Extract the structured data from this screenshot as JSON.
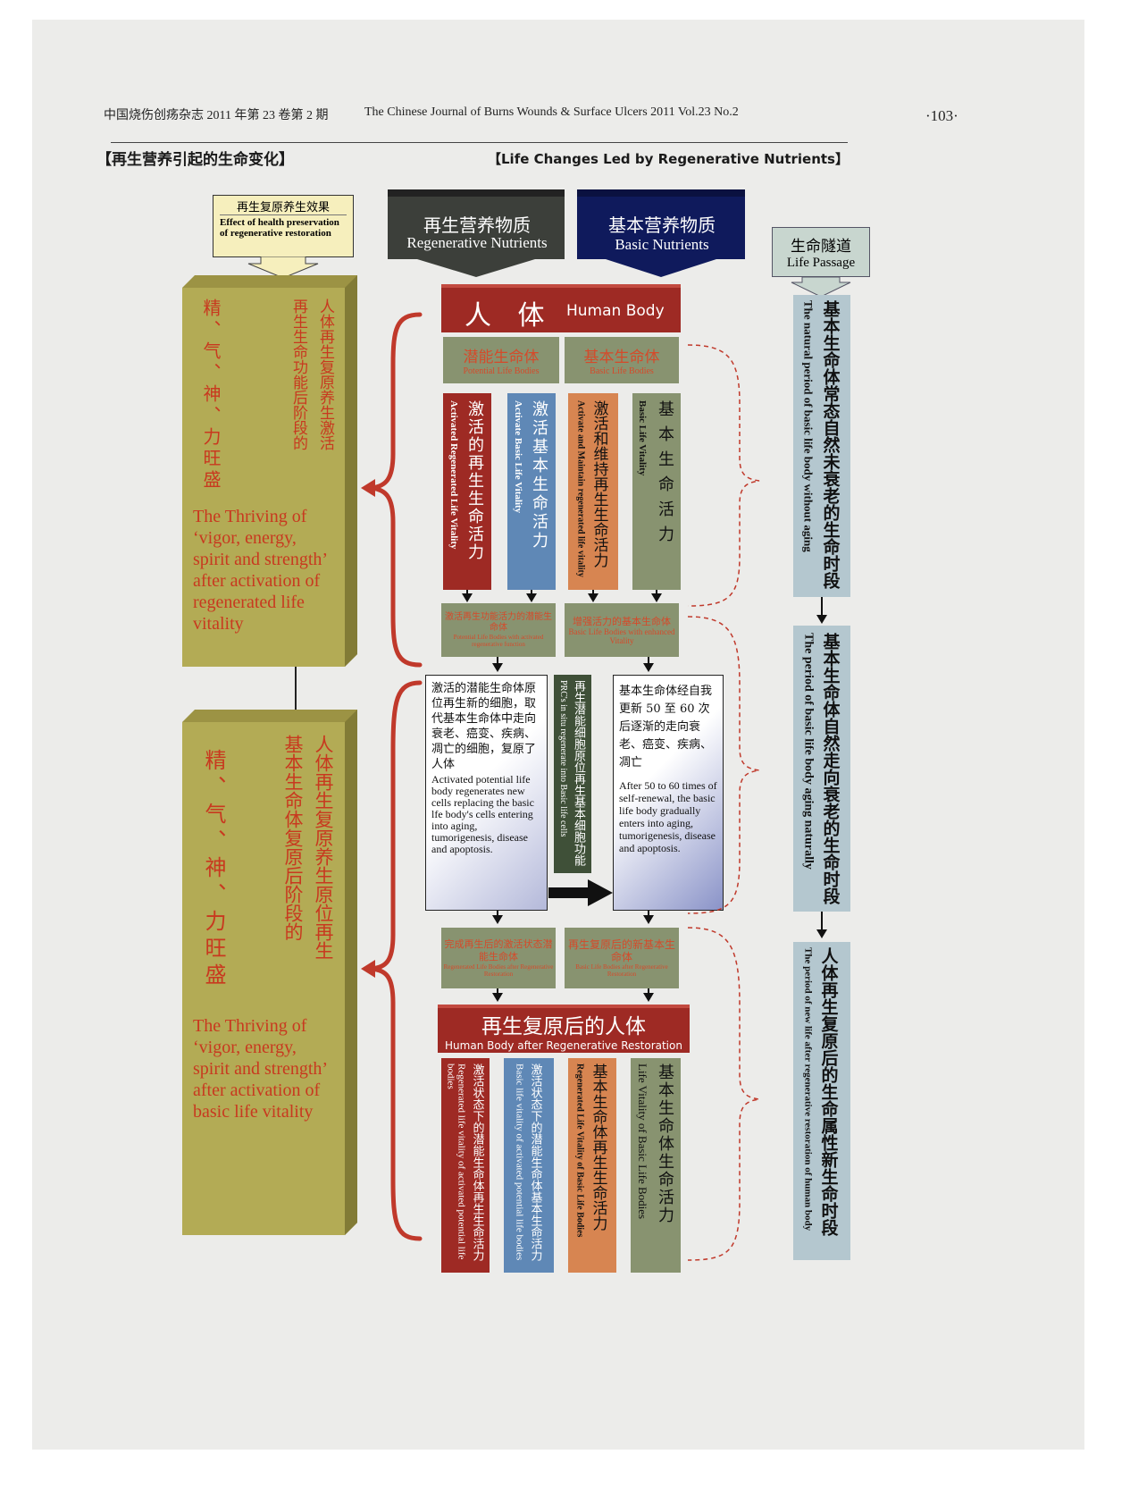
{
  "header": {
    "journal_cn": "中国烧伤创疡杂志 2011 年第 23 卷第 2 期",
    "journal_en": "The Chinese Journal of Burns Wounds & Surface Ulcers 2011 Vol.23 No.2",
    "page_number": "·103·"
  },
  "titles": {
    "cn": "【再生营养引起的生命变化】",
    "en": "【Life Changes Led by Regenerative Nutrients】"
  },
  "effect_box": {
    "cn": "再生复原养生效果",
    "en": "Effect of health preservation of regenerative restoration"
  },
  "nutrients": {
    "regen_cn": "再生营养物质",
    "regen_en": "Regenerative Nutrients",
    "basic_cn": "基本营养物质",
    "basic_en": "Basic Nutrients"
  },
  "life_passage": {
    "cn": "生命隧道",
    "en": "Life Passage"
  },
  "human_body": {
    "cn": "人 体",
    "en": "Human Body"
  },
  "bodies": {
    "potential_cn": "潜能生命体",
    "potential_en": "Potential Life Bodies",
    "basic_cn": "基本生命体",
    "basic_en": "Basic Life Bodies"
  },
  "vitality": {
    "c1_cn": "激活的再生生命活力",
    "c1_en": "Activated Regenerated Life Vitality",
    "c2_cn": "激活基本生命活力",
    "c2_en": "Activate Basic Life Vitality",
    "c3_cn": "激活和维持再生生命活力",
    "c3_en": "Activate and Maintain regenerated life vitality",
    "c4_cn": "基本生命活力",
    "c4_en": "Basic Life Vitality"
  },
  "mid_boxes": {
    "left_cn": "激活再生功能活力的潜能生命体",
    "left_en": "Potential Life Bodies with activated regenerative function",
    "right_cn": "增强活力的基本生命体",
    "right_en": "Basic Life Bodies with enhanced Vitality"
  },
  "process": {
    "left_cn": "激活的潜能生命体原位再生新的细胞，取代基本生命体中走向衰老、癌变、疾病、凋亡的细胞，复原了人体",
    "left_en": "Activated potential life body regenerates new cells replacing the basic lfe body's cells entering into aging, tumorigenesis, disease and apoptosis.",
    "middle_cn": "再生潜能细胞原位再生基本细胞功能",
    "middle_en": "PRC's in situ regenerate into Basic life cells",
    "right_cn": "基本生命体经自我更新 50 至 60 次后逐渐的走向衰老、癌变、疾病、凋亡",
    "right_en": "After 50 to 60 times of self-renewal, the basic life body gradually enters into aging, tumorigenesis, disease and apoptosis."
  },
  "restored_boxes": {
    "left_cn": "完成再生后的激活状态潜能生命体",
    "left_en": "Regenerated Life Bodies after Regenerative Restoration",
    "right_cn": "再生复原后的新基本生命体",
    "right_en": "Basic Life Bodies after Regenerative Restoration"
  },
  "restored_body": {
    "cn": "再生复原后的人体",
    "en": "Human Body after Regenerative Restoration"
  },
  "bottom_cols": {
    "c1_cn": "激活状态下的潜能生命体再生生命活力",
    "c1_en": "Regenerated life vitality of activated potential life bodies",
    "c2_cn": "激活状态下的潜能生命体基本生命活力",
    "c2_en": "Basic life vitality of activated potential life bodies",
    "c3_cn": "基本生命体再生生命活力",
    "c3_en": "Regenerated Life Vitality of Basic Life Bodies",
    "c4_cn": "基本生命体生命活力",
    "c4_en": "Life Vitality of Basic Life Bodies"
  },
  "left_block1": {
    "cn_a": "人体再生复原养生激活",
    "cn_b": "再生生命功能后阶段的",
    "cn_c": "精、气、神、力旺盛",
    "en": "The Thriving of ‘vigor, energy, spirit and strength’ after activation of regenerated life vitality"
  },
  "left_block2": {
    "cn_a": "人体再生复原养生原位再生",
    "cn_b": "基本生命体复原后阶段的",
    "cn_c": "精、气、神、力旺盛",
    "en": "The Thriving of ‘vigor, energy, spirit and strength’ after activation of basic life vitality"
  },
  "right_periods": {
    "p1_cn": "基本生命体常态自然未衰老的生命时段",
    "p1_en": "The natural period of basic life body without aging",
    "p2_cn": "基本生命体自然走向衰老的生命时段",
    "p2_en": "The period of basic life body aging naturally",
    "p3_cn": "人体再生复原后的生命属性新生命时段",
    "p3_en": "The period of new life after regenerative restoration of human body"
  },
  "colors": {
    "olive": "#b3ab55",
    "red": "#9e2a24",
    "blue": "#5f88b6",
    "orange": "#d78551",
    "sage": "#889370",
    "navy": "#0f1a5c",
    "slate": "#6e8aa0",
    "orange_text": "#c8391f"
  }
}
